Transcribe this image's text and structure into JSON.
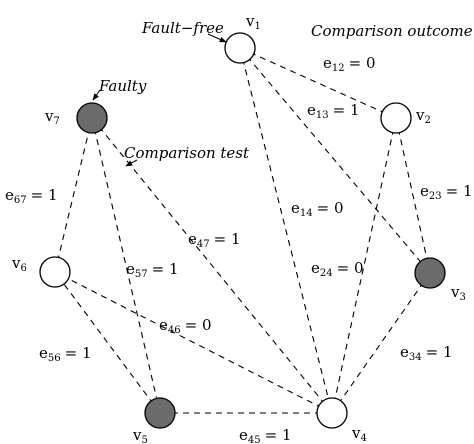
{
  "annotations": {
    "fault_free": "Fault−free",
    "faulty": "Faulty",
    "comparison_outcome": "Comparison outcome",
    "comparison_test": "Comparison test"
  },
  "nodes": [
    {
      "id": "v1",
      "name": "v",
      "sub": "1",
      "status": "fault-free"
    },
    {
      "id": "v2",
      "name": "v",
      "sub": "2",
      "status": "fault-free"
    },
    {
      "id": "v3",
      "name": "v",
      "sub": "3",
      "status": "faulty"
    },
    {
      "id": "v4",
      "name": "v",
      "sub": "4",
      "status": "fault-free"
    },
    {
      "id": "v5",
      "name": "v",
      "sub": "5",
      "status": "faulty"
    },
    {
      "id": "v6",
      "name": "v",
      "sub": "6",
      "status": "fault-free"
    },
    {
      "id": "v7",
      "name": "v",
      "sub": "7",
      "status": "faulty"
    }
  ],
  "edges": [
    {
      "id": "e12",
      "from": "v1",
      "to": "v2",
      "name": "e",
      "sub": "12",
      "value": "= 0"
    },
    {
      "id": "e13",
      "from": "v1",
      "to": "v3",
      "name": "e",
      "sub": "13",
      "value": "= 1"
    },
    {
      "id": "e14",
      "from": "v1",
      "to": "v4",
      "name": "e",
      "sub": "14",
      "value": "= 0"
    },
    {
      "id": "e23",
      "from": "v2",
      "to": "v3",
      "name": "e",
      "sub": "23",
      "value": "= 1"
    },
    {
      "id": "e24",
      "from": "v2",
      "to": "v4",
      "name": "e",
      "sub": "24",
      "value": "= 0"
    },
    {
      "id": "e34",
      "from": "v3",
      "to": "v4",
      "name": "e",
      "sub": "34",
      "value": "= 1"
    },
    {
      "id": "e45",
      "from": "v4",
      "to": "v5",
      "name": "e",
      "sub": "45",
      "value": "= 1"
    },
    {
      "id": "e46",
      "from": "v4",
      "to": "v6",
      "name": "e",
      "sub": "46",
      "value": "= 0"
    },
    {
      "id": "e47",
      "from": "v4",
      "to": "v7",
      "name": "e",
      "sub": "47",
      "value": "= 1"
    },
    {
      "id": "e56",
      "from": "v5",
      "to": "v6",
      "name": "e",
      "sub": "56",
      "value": "= 1"
    },
    {
      "id": "e57",
      "from": "v5",
      "to": "v7",
      "name": "e",
      "sub": "57",
      "value": "= 1"
    },
    {
      "id": "e67",
      "from": "v6",
      "to": "v7",
      "name": "e",
      "sub": "67",
      "value": "= 1"
    }
  ],
  "colors": {
    "faulty": "#6b6b6b",
    "fault_free": "#ffffff"
  }
}
